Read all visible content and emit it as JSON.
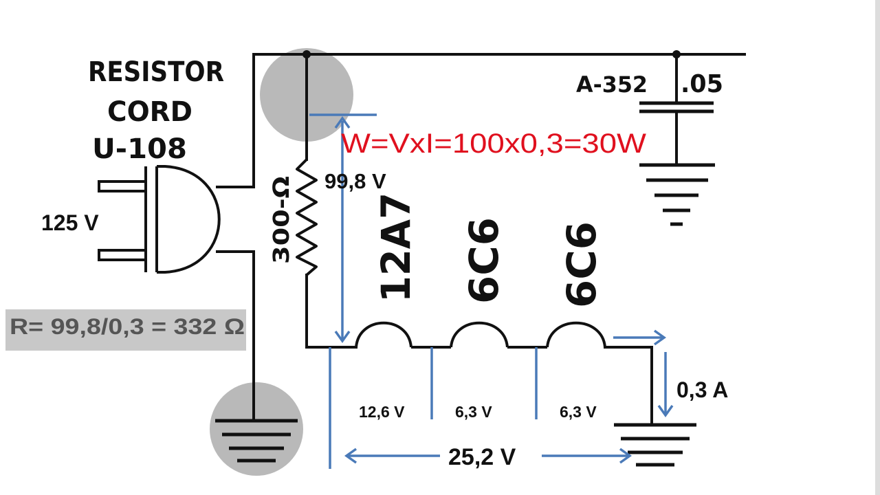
{
  "labels": {
    "resistor_cord_line1": "RESISTOR",
    "resistor_cord_line2": "CORD",
    "resistor_cord_line3": "U-108",
    "capacitor_part": "A-352",
    "capacitor_value": ".05",
    "resistor_value": "300-Ω",
    "tube_1": "12A7",
    "tube_2": "6C6",
    "tube_3": "6C6"
  },
  "annotations": {
    "supply_voltage": "125  V",
    "resistor_drop": "99,8  V",
    "power_formula": "W=VxI=100x0,3=30W",
    "resistance_formula": "R= 99,8/0,3 = 332 Ω",
    "tube1_voltage": "12,6 V",
    "tube2_voltage": "6,3 V",
    "tube3_voltage": "6,3 V",
    "filament_total": "25,2  V",
    "current": "0,3 A"
  },
  "colors": {
    "ink": "#111111",
    "arrow_blue": "#4a7ab8",
    "formula_red": "#e0101e",
    "highlight_grey": "#b9b9b9",
    "box_grey": "#c8c8c8"
  }
}
